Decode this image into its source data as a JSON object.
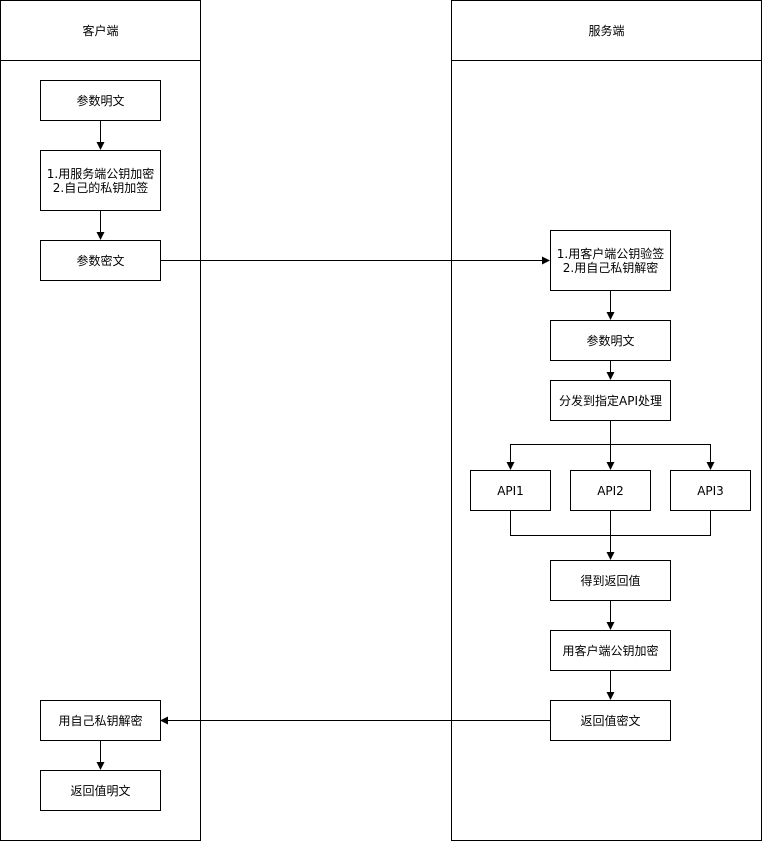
{
  "lanes": {
    "client": {
      "title": "客户端"
    },
    "server": {
      "title": "服务端"
    }
  },
  "client_nodes": {
    "params_plain": "参数明文",
    "encrypt_sign": "1.用服务端公钥加密\n2.自己的私钥加签",
    "params_cipher": "参数密文",
    "decrypt_own": "用自己私钥解密",
    "return_plain": "返回值明文"
  },
  "server_nodes": {
    "verify_decrypt": "1.用客户端公钥验签\n2.用自己私钥解密",
    "params_plain": "参数明文",
    "dispatch": "分发到指定API处理",
    "api1": "API1",
    "api2": "API2",
    "api3": "API3",
    "get_return": "得到返回值",
    "encrypt_client": "用客户端公钥加密",
    "return_cipher": "返回值密文"
  }
}
